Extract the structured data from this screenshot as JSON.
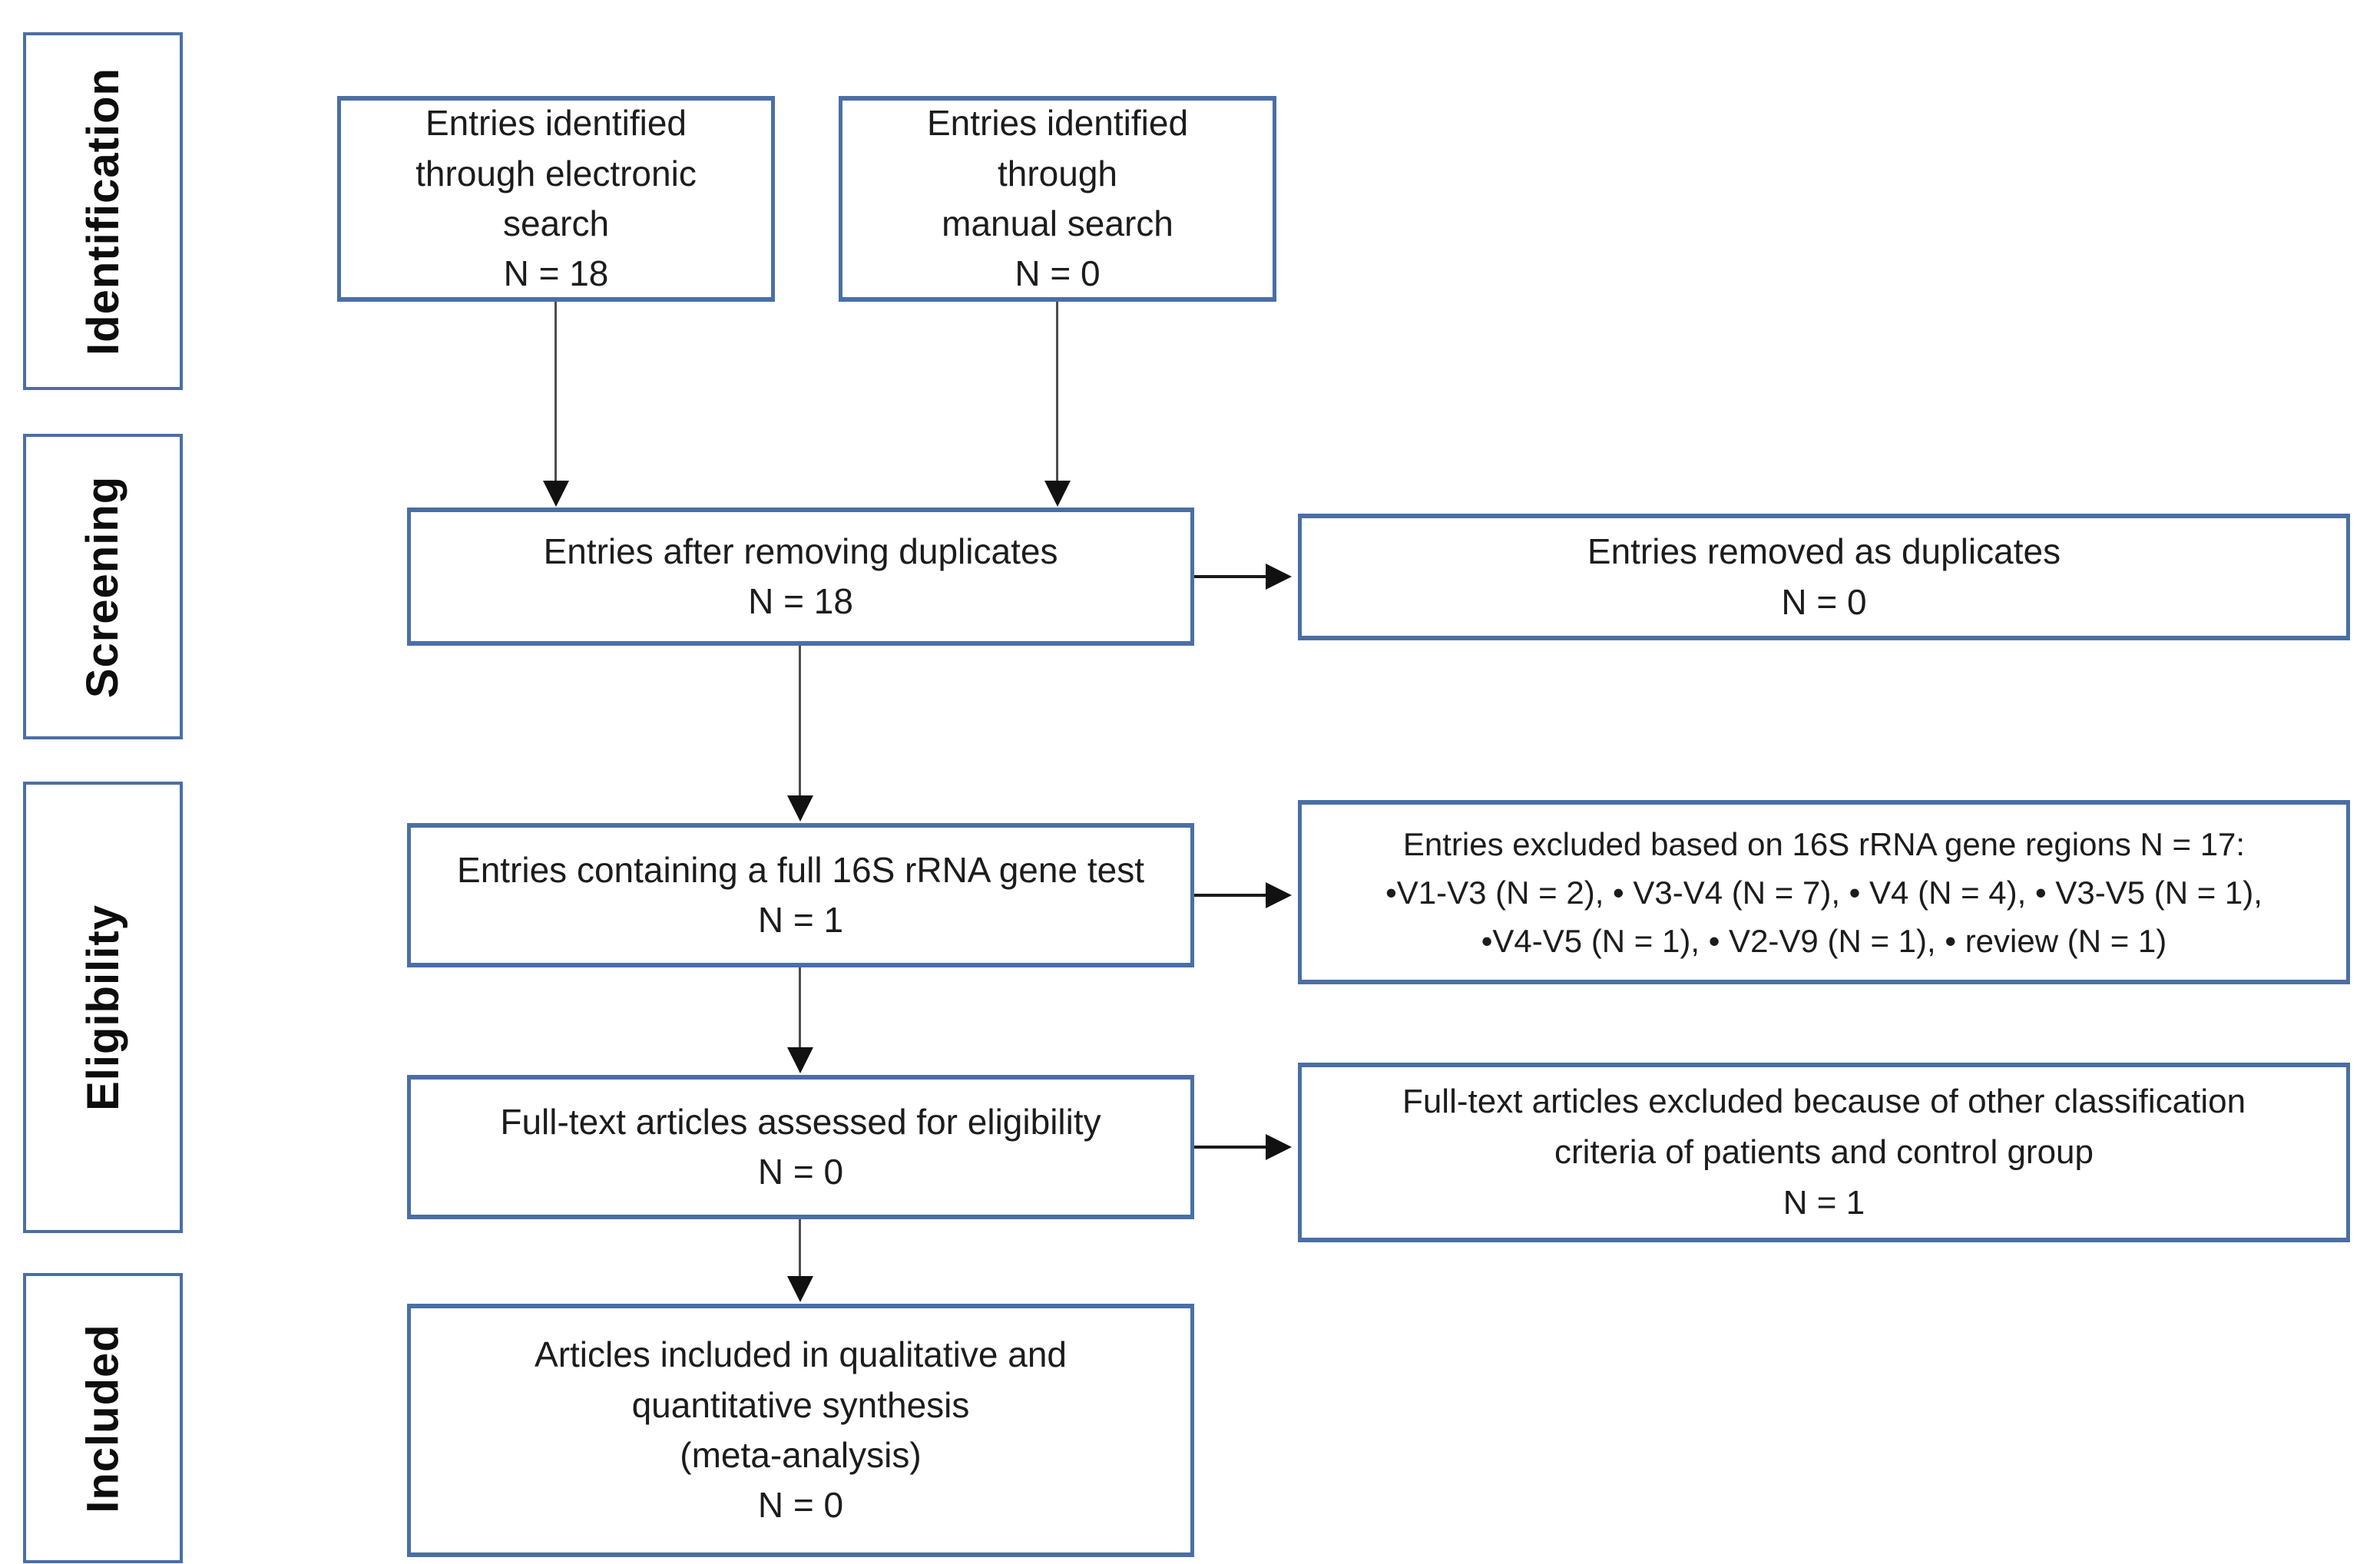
{
  "figure": {
    "type": "prisma-flow-diagram",
    "colors": {
      "box_border": "#4a6fa5",
      "text": "#1c1c1c",
      "arrow_line": "#4d4d4d",
      "arrow_head": "#111111",
      "background": "#ffffff"
    },
    "stages": [
      {
        "label": "Identification"
      },
      {
        "label": "Screening"
      },
      {
        "label": "Eligibility"
      },
      {
        "label": "Included"
      }
    ],
    "boxes": {
      "electronic": {
        "text": "Entries identified\nthrough electronic\nsearch\nN = 18"
      },
      "manual": {
        "text": "Entries identified\nthrough\nmanual search\nN = 0"
      },
      "after_duplicates": {
        "text": "Entries after removing duplicates\nN = 18"
      },
      "removed_duplicates": {
        "text": "Entries removed as duplicates\nN = 0"
      },
      "full_16s": {
        "text": "Entries containing a full 16S rRNA gene test\nN = 1"
      },
      "excluded_regions": {
        "text": "Entries excluded based on 16S rRNA gene regions N = 17:\n•V1-V3 (N = 2), • V3-V4 (N = 7), • V4 (N = 4), • V3-V5 (N = 1),\n•V4-V5 (N = 1), • V2-V9 (N = 1), • review (N = 1)"
      },
      "fulltext_assessed": {
        "text": "Full-text articles assessed for eligibility\nN = 0"
      },
      "fulltext_excluded": {
        "text": "Full-text articles excluded because of other classification\ncriteria of patients and control group\nN = 1"
      },
      "included_synthesis": {
        "text": "Articles included in qualitative and\nquantitative synthesis\n(meta-analysis)\nN = 0"
      }
    }
  }
}
